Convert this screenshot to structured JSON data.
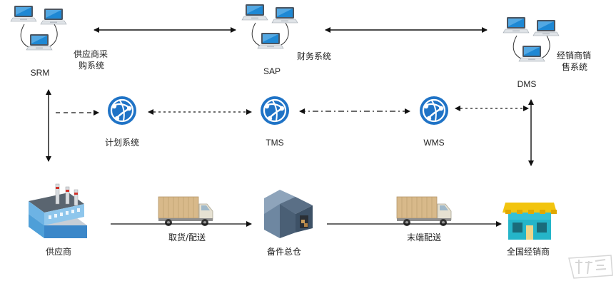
{
  "systems": {
    "srm": {
      "code": "SRM",
      "name_line1": "供应商采",
      "name_line2": "购系统"
    },
    "sap": {
      "code": "SAP",
      "name": "财务系统"
    },
    "dms": {
      "code": "DMS",
      "name_line1": "经销商销",
      "name_line2": "售系统"
    }
  },
  "services": {
    "plan": {
      "name": "计划系统"
    },
    "tms": {
      "name": "TMS"
    },
    "wms": {
      "name": "WMS"
    }
  },
  "nodes": {
    "supplier": {
      "name": "供应商"
    },
    "warehouse": {
      "name": "备件总仓"
    },
    "dealer": {
      "name": "全国经销商"
    }
  },
  "flows": {
    "pickup": {
      "label": "取货/配送"
    },
    "last_mile": {
      "label": "末端配送"
    }
  },
  "colors": {
    "globe": "#1f73c6",
    "monitor_screen": "#1e88d4",
    "truck_box": "#d8b98a",
    "truck_cab": "#e6e1d2",
    "shop_roof": "#f2c40e",
    "shop_wall": "#25b5c9",
    "house": "#5a6f86",
    "watermark": "#c9c9c9"
  },
  "watermark": {
    "icon": "watermark-logo-icon"
  }
}
